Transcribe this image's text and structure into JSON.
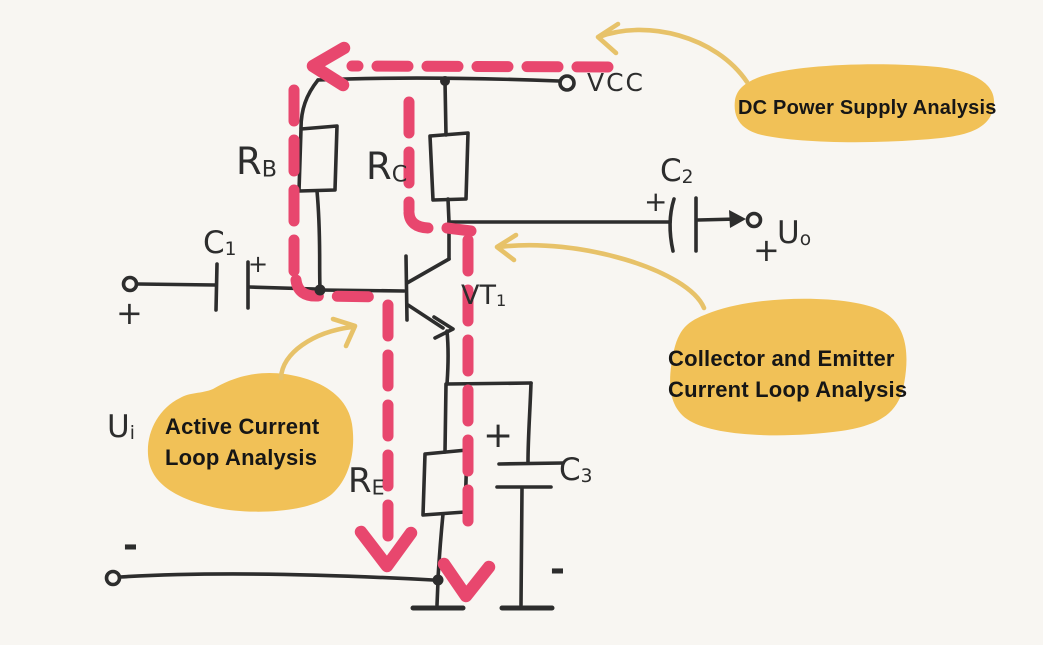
{
  "colors": {
    "bg": "#f8f6f2",
    "ink": "#2d2d2d",
    "loop": "#e8476e",
    "highlight": "#f1c157",
    "yarrow": "#e7c269",
    "text": "#161616"
  },
  "labels": {
    "rb": {
      "main": "R",
      "sub": "B"
    },
    "rc": {
      "main": "R",
      "sub": "C"
    },
    "re": {
      "main": "R",
      "sub": "E"
    },
    "c1": {
      "main": "C",
      "sub": "1"
    },
    "c2": {
      "main": "C",
      "sub": "2"
    },
    "c3": {
      "main": "C",
      "sub": "3"
    },
    "vt1": {
      "main": "VT",
      "sub": "1"
    },
    "vcc": {
      "main": "VCC"
    },
    "ui": {
      "main": "U",
      "sub": "i"
    },
    "uo": {
      "main": "U",
      "sub": "o"
    }
  },
  "signs": {
    "input_plus": "+",
    "input_minus": "-",
    "c1_plus": "+",
    "c2_plus": "+",
    "output_plus": "+",
    "c3_plus": "+",
    "c3_minus": "-"
  },
  "annotations": {
    "dc_power": {
      "line1": "DC Power Supply Analysis"
    },
    "collector_emitter": {
      "line1": "Collector and Emitter",
      "line2": "Current Loop Analysis"
    },
    "active_current": {
      "line1": "Active Current",
      "line2": "Loop Analysis"
    }
  }
}
